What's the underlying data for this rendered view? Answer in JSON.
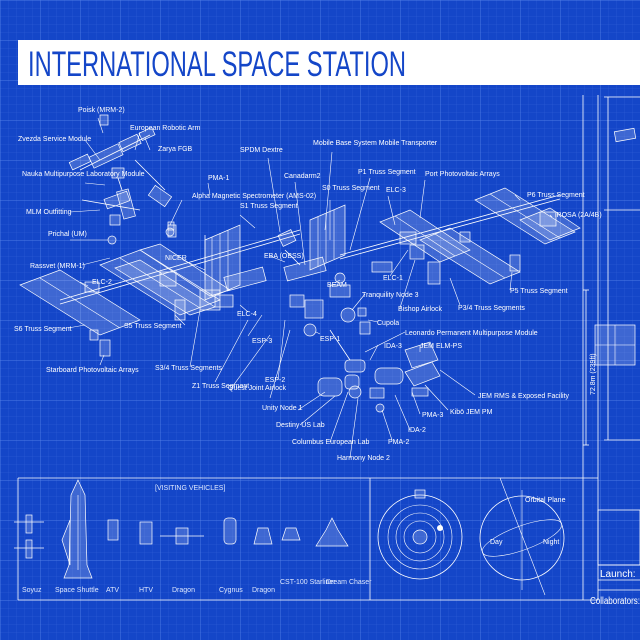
{
  "title": "INTERNATIONAL SPACE STATION",
  "colors": {
    "blueprint": "#1446c8",
    "line": "#ffffff",
    "grid": "#3f6fe0"
  },
  "labels": {
    "poisk": "Poisk (MRM-2)",
    "robotic_arm": "European Robotic Arm",
    "zvezda": "Zvezda Service Module",
    "zarya": "Zarya FGB",
    "nauka": "Nauka Multipurpose Laboratory Module",
    "mlm": "MLM Outfitting",
    "prichal": "Prichal (UM)",
    "rassvet": "Rassvet (MRM-1)",
    "elc2": "ELC-2",
    "s6": "S6 Truss Segment",
    "s5": "S5 Truss Segment",
    "starboard": "Starboard Photovoltaic Arrays",
    "s34": "S3/4 Truss Segments",
    "pma1": "PMA-1",
    "ams": "Alpha Magnetic Spectrometer (AMS-02)",
    "s1": "S1 Truss Segment",
    "spdm": "SPDM Dextre",
    "nicer": "NICER",
    "canadarm": "Canadarm2",
    "mbs": "Mobile Base System Mobile Transporter",
    "s0": "S0 Truss Segment",
    "p1": "P1 Truss Segment",
    "elc3": "ELC-3",
    "port": "Port Photovoltaic Arrays",
    "p6": "P6 Truss Segment",
    "irosa": "iROSA (2A/4B)",
    "eba": "EBA (OBSS)",
    "elc1": "ELC-1",
    "elc4": "ELC-4",
    "beam": "BEAM",
    "tranquility": "Tranquility Node 3",
    "bishop": "Bishop Airlock",
    "p34": "P3/4 Truss Segments",
    "p5": "P5 Truss Segment",
    "cupola": "Cupola",
    "leonardo": "Leonardo Permanent Multipurpose Module",
    "esp1": "ESP-1",
    "esp2": "ESP-2",
    "esp3": "ESP-3",
    "ida3": "IDA-3",
    "jem_elm": "JEM ELM-PS",
    "z1": "Z1 Truss Segment",
    "quest": "Quest Joint Airlock",
    "unity": "Unity Node 1",
    "destiny": "Destiny US Lab",
    "columbus": "Columbus European Lab",
    "harmony": "Harmony Node 2",
    "pma2": "PMA-2",
    "ida2": "IDA-2",
    "pma3": "PMA-3",
    "kibo": "Kibō JEM PM",
    "jem_rms": "JEM RMS & Exposed Facility",
    "length": "72.8m (239ft)"
  },
  "visiting": {
    "header": "[VISITING VEHICLES]",
    "vehicles": [
      "Soyuz",
      "Space Shuttle",
      "ATV",
      "HTV",
      "Dragon",
      "Cygnus",
      "Dragon",
      "CST-100 Starliner",
      "Dream Chaser"
    ]
  },
  "orbit": {
    "plane": "Orbital Plane",
    "day": "Day",
    "night": "Night"
  },
  "info": {
    "launch": "Launch:",
    "collaborators": "Collaborators:"
  }
}
